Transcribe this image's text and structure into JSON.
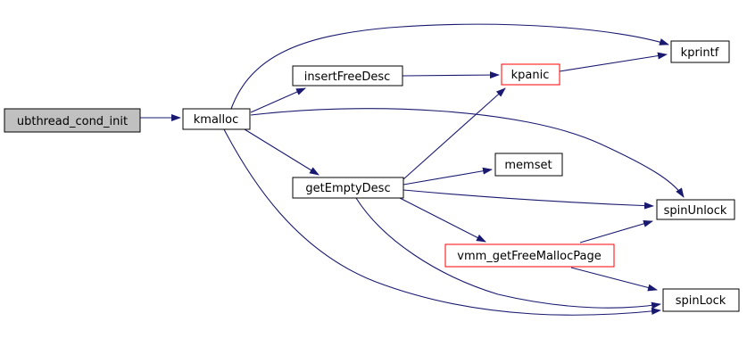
{
  "diagram": {
    "type": "call-graph",
    "colors": {
      "background": "#ffffff",
      "edge": "#191970",
      "node_border": "#000000",
      "flagged_border": "#ff0000",
      "root_fill": "#c0c0c0",
      "node_fill": "#ffffff",
      "text": "#000000"
    },
    "nodes": {
      "root": {
        "label": "ubthread_cond_init"
      },
      "kmalloc": {
        "label": "kmalloc"
      },
      "insertFreeDesc": {
        "label": "insertFreeDesc"
      },
      "kpanic": {
        "label": "kpanic"
      },
      "kprintf": {
        "label": "kprintf"
      },
      "getEmptyDesc": {
        "label": "getEmptyDesc"
      },
      "memset": {
        "label": "memset"
      },
      "spinUnlock": {
        "label": "spinUnlock"
      },
      "vmm_getFreeMallocPage": {
        "label": "vmm_getFreeMallocPage"
      },
      "spinLock": {
        "label": "spinLock"
      }
    },
    "edges": [
      {
        "from": "ubthread_cond_init",
        "to": "kmalloc"
      },
      {
        "from": "kmalloc",
        "to": "insertFreeDesc"
      },
      {
        "from": "kmalloc",
        "to": "getEmptyDesc"
      },
      {
        "from": "kmalloc",
        "to": "kprintf"
      },
      {
        "from": "kmalloc",
        "to": "spinUnlock"
      },
      {
        "from": "kmalloc",
        "to": "spinLock"
      },
      {
        "from": "insertFreeDesc",
        "to": "kpanic"
      },
      {
        "from": "kpanic",
        "to": "kprintf"
      },
      {
        "from": "getEmptyDesc",
        "to": "kpanic"
      },
      {
        "from": "getEmptyDesc",
        "to": "memset"
      },
      {
        "from": "getEmptyDesc",
        "to": "spinUnlock"
      },
      {
        "from": "getEmptyDesc",
        "to": "vmm_getFreeMallocPage"
      },
      {
        "from": "getEmptyDesc",
        "to": "spinLock"
      },
      {
        "from": "vmm_getFreeMallocPage",
        "to": "spinUnlock"
      },
      {
        "from": "vmm_getFreeMallocPage",
        "to": "spinLock"
      }
    ]
  }
}
